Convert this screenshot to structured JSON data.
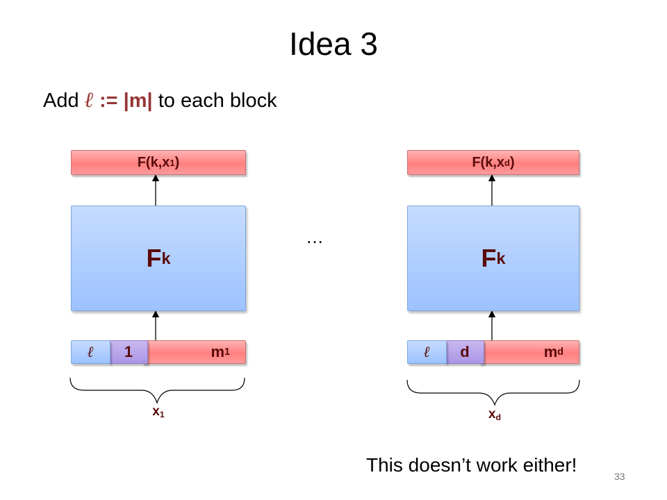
{
  "slide": {
    "title": "Idea 3",
    "subtitle_prefix": "Add ",
    "subtitle_ell": "ℓ",
    "subtitle_assign": " := |m|",
    "subtitle_suffix": " to each block",
    "ellipsis": "…",
    "footer": "This doesn’t work either!",
    "page_number": "33"
  },
  "left_block": {
    "output_main": "F(k,x",
    "output_sub": "1",
    "output_close": ")",
    "prf_main": "F",
    "prf_sub": "k",
    "cell_ell": "ℓ",
    "cell_index": "1",
    "cell_msg_main": "m",
    "cell_msg_sub": "1",
    "brace_label_main": "x",
    "brace_label_sub": "1"
  },
  "right_block": {
    "output_main": "F(k,x",
    "output_sub": "d",
    "output_close": ")",
    "prf_main": "F",
    "prf_sub": "k",
    "cell_ell": "ℓ",
    "cell_index": "d",
    "cell_msg_main": "m",
    "cell_msg_sub": "d",
    "brace_label_main": "x",
    "brace_label_sub": "d"
  },
  "colors": {
    "output_fill": "#ff8080",
    "prf_fill": "#9cc2ff",
    "index_fill": "#a996e6",
    "accent_text": "#953735"
  }
}
